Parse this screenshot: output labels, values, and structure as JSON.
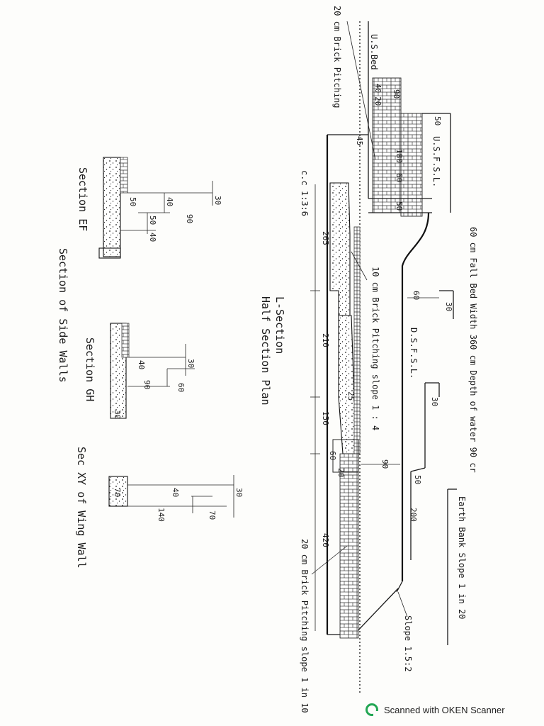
{
  "diagram": {
    "notes": {
      "top_pitching": "20 cm Brick Pitching",
      "us_bed": "U.S.Bed",
      "usfsl": "U.S.F.S.L.",
      "dsfsl": "D.S.F.S.L.",
      "cc": "c.c 1:3:6",
      "pitching_10": "10 cm Brick Pitching slope 1 : 4",
      "fall": "60 cm Fall Bed Width 360 cm Depth of water 90 cr",
      "earth_bank": "Earth Bank Slope 1 in 20",
      "slope_15": "Slope 1.5:2",
      "pitching_20": "20 cm Brick Pitching slope 1 in 10"
    },
    "titles": {
      "l_section": "L-Section",
      "half_plan": "Half Section Plan",
      "section_ef": "Section EF",
      "side_wall": "Section of Side Walls",
      "section_gh": "Section GH",
      "sec_xy": "Sec XY of Wing Wall"
    },
    "dims": {
      "d40": "40",
      "d20": "20",
      "d90": "90",
      "d50": "50",
      "d45": "45",
      "d180": "180",
      "d60": "60",
      "d50b": "50",
      "d265": "265",
      "d60b": "60",
      "d30": "30",
      "d210": "210",
      "d30b": "30",
      "d25": "25",
      "d150": "150",
      "d60c": "60",
      "d20b": "20",
      "d90b": "90",
      "d50c": "50",
      "d200": "200",
      "d420": "420",
      "ef30": "30",
      "ef40": "40",
      "ef50": "50",
      "ef90": "90",
      "ef50b": "50",
      "ef40b": "40",
      "gh30": "30",
      "gh40": "40",
      "gh60": "60",
      "gh90": "90",
      "gh30b": "30",
      "xy30": "30",
      "xy70": "70",
      "xy40": "40",
      "xy140": "140",
      "xy70b": "70"
    }
  },
  "footer": {
    "text": "Scanned with OKEN Scanner"
  }
}
